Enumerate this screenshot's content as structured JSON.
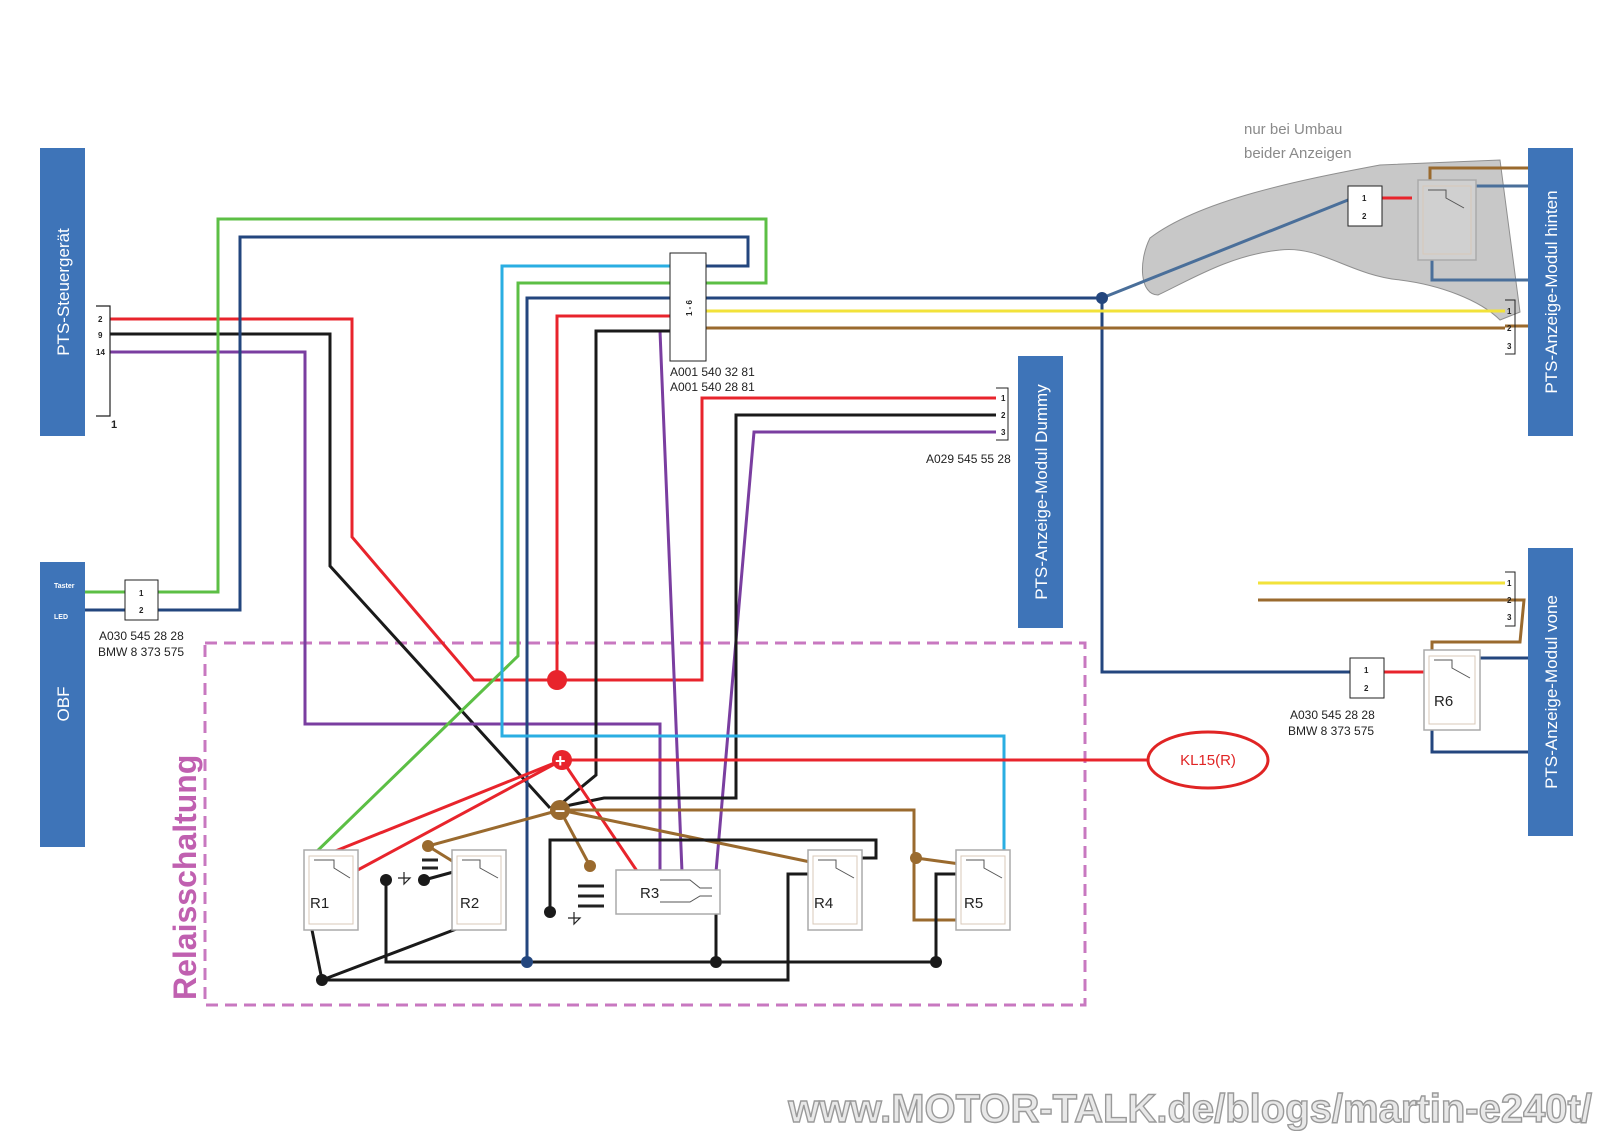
{
  "modules": {
    "steuergeraet": "PTS-Steuergerät",
    "obf": "OBF",
    "hinten": "PTS-Anzeige-Modul hinten",
    "vorne": "PTS-Anzeige-Modul vone",
    "dummy": "PTS-Anzeige-Modul Dummy"
  },
  "pins": {
    "steuer_pin_2": "2",
    "steuer_pin_9": "9",
    "steuer_pin_14": "14",
    "steuer_pin_1": "1",
    "obf_taster": "Taster",
    "obf_led": "LED",
    "conn_1": "1",
    "conn_2": "2",
    "conn_3": "3",
    "conn_16": "1 - 6"
  },
  "part_numbers": {
    "obf_connector_line1": "A030 545 28 28",
    "obf_connector_line2": "BMW 8 373 575",
    "center_connector_line1": "A001 540 32 81",
    "center_connector_line2": "A001 540 28 81",
    "dummy_connector": "A029 545 55 28",
    "r6_connector_line1": "A030 545 28 28",
    "r6_connector_line2": "BMW 8 373 575"
  },
  "relays": {
    "r1": "R1",
    "r2": "R2",
    "r3": "R3",
    "r4": "R4",
    "r5": "R5",
    "r6": "R6"
  },
  "notes": {
    "umbau_line1": "nur bei Umbau",
    "umbau_line2": "beider Anzeigen"
  },
  "section_label": "Relaisschaltung",
  "kl15": "KL15(R)",
  "watermark": "www.MOTOR-TALK.de/blogs/martin-e240t/",
  "colors": {
    "module_blue": "#3e74b8",
    "wire_red": "#e8242c",
    "wire_black": "#1a1a1a",
    "wire_purple": "#7a3ea0",
    "wire_green": "#5cbf45",
    "wire_navy": "#23467e",
    "wire_cyan": "#2aaee2",
    "wire_yellow": "#f2e23a",
    "wire_brown": "#9a6a2e",
    "section_border": "#c878c0",
    "ghost_gray": "#c8c8c8"
  }
}
